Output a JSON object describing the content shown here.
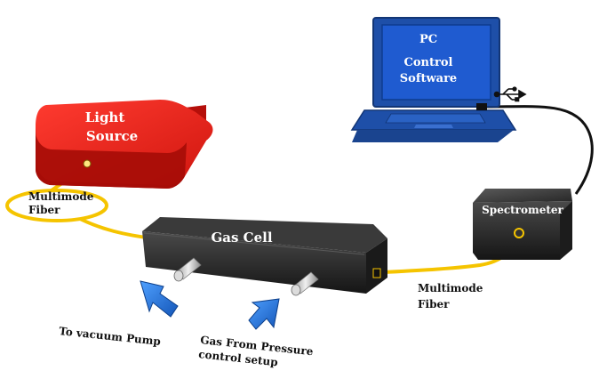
{
  "components": {
    "light_source": {
      "line1": "Light",
      "line2": "Source"
    },
    "pc": {
      "line1": "PC",
      "line2": "Control",
      "line3": "Software"
    },
    "gas_cell": {
      "label": "Gas Cell"
    },
    "spectrometer": {
      "label": "Spectrometer"
    }
  },
  "fibers": {
    "left": {
      "line1": "Multimode",
      "line2": "Fiber"
    },
    "right": {
      "line1": "Multimode",
      "line2": "Fiber"
    }
  },
  "ports": {
    "vacuum": "To vacuum Pump",
    "gas_in_line1": "Gas From Pressure",
    "gas_in_line2": "control setup"
  },
  "icons": [
    "usb-icon",
    "arrow-out-icon",
    "arrow-in-icon"
  ],
  "colors": {
    "light_source": "#e8231e",
    "device_dark": "#2a2a2a",
    "laptop_blue": "#1e4fa8",
    "screen_blue": "#1f5bd0",
    "fiber": "#f5c400",
    "arrow": "#2a7de1"
  }
}
